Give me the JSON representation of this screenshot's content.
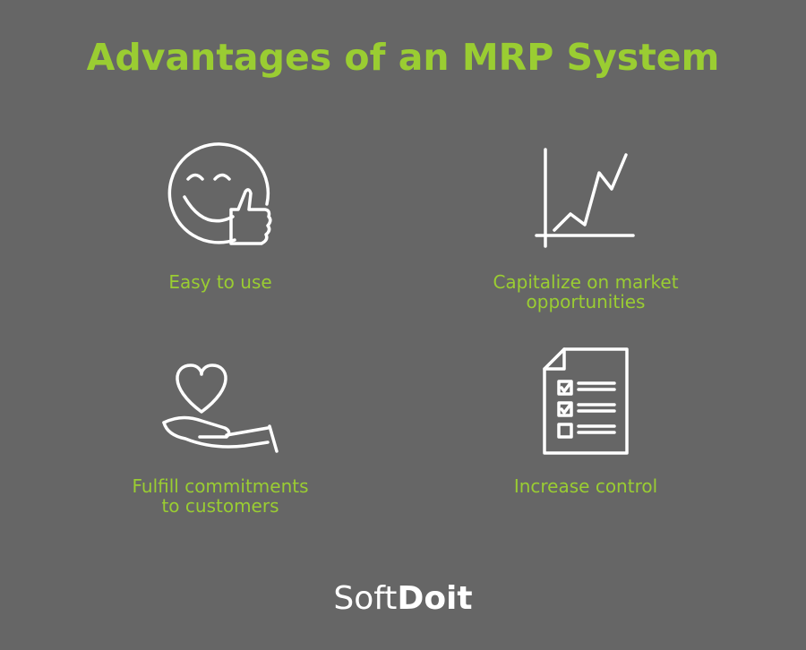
{
  "title": "Advantages of an MRP System",
  "accent_color": "#9ACD32",
  "background_color": "#666666",
  "icon_color": "#ffffff",
  "items": [
    {
      "icon": "smiley-thumbs-up-icon",
      "label": "Easy to use"
    },
    {
      "icon": "line-chart-icon",
      "label": "Capitalize on market\nopportunities"
    },
    {
      "icon": "heart-in-hand-icon",
      "label": "Fulfill commitments\nto customers"
    },
    {
      "icon": "checklist-document-icon",
      "label": "Increase control"
    }
  ],
  "logo": {
    "part1": "Soft",
    "part2": "Doit"
  }
}
